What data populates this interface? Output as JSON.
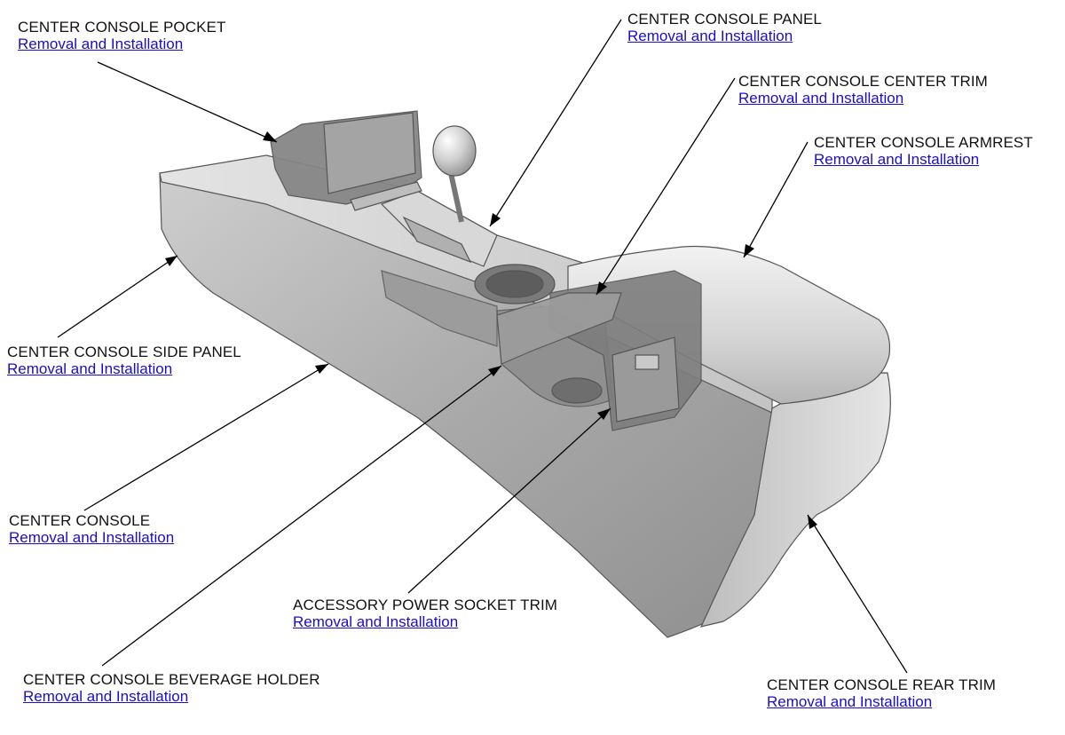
{
  "colors": {
    "link": "#1a0dcc",
    "text": "#111111",
    "leader": "#000000"
  },
  "callouts": [
    {
      "id": "pocket",
      "title": "CENTER CONSOLE POCKET",
      "link": "Removal and Installation"
    },
    {
      "id": "panel",
      "title": "CENTER CONSOLE PANEL",
      "link": "Removal and Installation"
    },
    {
      "id": "center-trim",
      "title": "CENTER CONSOLE CENTER TRIM",
      "link": "Removal and Installation"
    },
    {
      "id": "armrest",
      "title": "CENTER CONSOLE ARMREST",
      "link": "Removal and Installation"
    },
    {
      "id": "side-panel",
      "title": "CENTER CONSOLE SIDE PANEL",
      "link": "Removal and Installation"
    },
    {
      "id": "console",
      "title": "CENTER CONSOLE",
      "link": "Removal and Installation"
    },
    {
      "id": "power-socket",
      "title": "ACCESSORY POWER SOCKET TRIM",
      "link": "Removal and Installation"
    },
    {
      "id": "beverage-holder",
      "title": "CENTER CONSOLE BEVERAGE HOLDER",
      "link": "Removal and Installation"
    },
    {
      "id": "rear-trim",
      "title": "CENTER CONSOLE REAR TRIM",
      "link": "Removal and Installation"
    }
  ]
}
